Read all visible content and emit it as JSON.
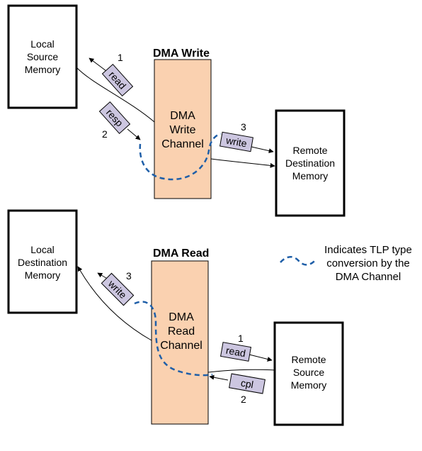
{
  "colors": {
    "channel_fill": "#FAD1B0",
    "channel_stroke": "#000000",
    "tag_fill": "#CCC6E0",
    "dashed_path": "#1F5FA8",
    "box_stroke": "#000000"
  },
  "write_section": {
    "title": "DMA Write",
    "local_box": [
      "Local",
      "Source",
      "Memory"
    ],
    "channel": [
      "DMA",
      "Write",
      "Channel"
    ],
    "remote_box": [
      "Remote",
      "Destination",
      "Memory"
    ],
    "steps": [
      {
        "number": "1",
        "tag": "read"
      },
      {
        "number": "2",
        "tag": "resp"
      },
      {
        "number": "3",
        "tag": "write"
      }
    ]
  },
  "read_section": {
    "title": "DMA Read",
    "local_box": [
      "Local",
      "Destination",
      "Memory"
    ],
    "channel": [
      "DMA",
      "Read",
      "Channel"
    ],
    "remote_box": [
      "Remote",
      "Source",
      "Memory"
    ],
    "steps": [
      {
        "number": "3",
        "tag": "write"
      },
      {
        "number": "1",
        "tag": "read"
      },
      {
        "number": "2",
        "tag": "cpl"
      }
    ]
  },
  "legend": {
    "lines": [
      "Indicates TLP type",
      "conversion by the",
      "DMA Channel"
    ],
    "icon": "dashed-curve-icon"
  }
}
